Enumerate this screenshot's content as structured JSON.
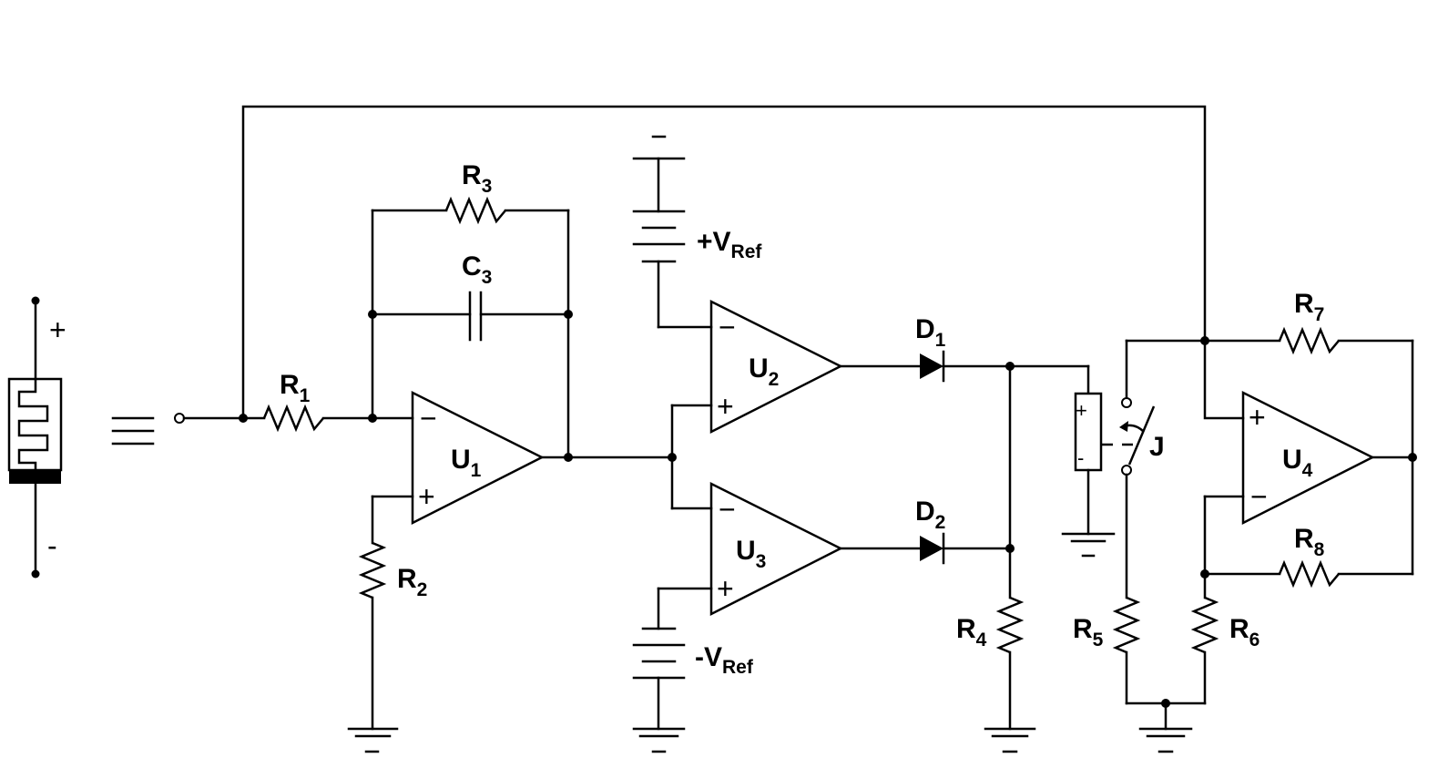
{
  "labels": {
    "r1": {
      "main": "R",
      "sub": "1"
    },
    "r2": {
      "main": "R",
      "sub": "2"
    },
    "r3": {
      "main": "R",
      "sub": "3"
    },
    "c3": {
      "main": "C",
      "sub": "3"
    },
    "u1": {
      "main": "U",
      "sub": "1"
    },
    "u2": {
      "main": "U",
      "sub": "2"
    },
    "u3": {
      "main": "U",
      "sub": "3"
    },
    "u4": {
      "main": "U",
      "sub": "4"
    },
    "d1": {
      "main": "D",
      "sub": "1"
    },
    "d2": {
      "main": "D",
      "sub": "2"
    },
    "r4": {
      "main": "R",
      "sub": "4"
    },
    "r5": {
      "main": "R",
      "sub": "5"
    },
    "r6": {
      "main": "R",
      "sub": "6"
    },
    "r7": {
      "main": "R",
      "sub": "7"
    },
    "r8": {
      "main": "R",
      "sub": "8"
    },
    "vref_pos": {
      "main": "+V",
      "sub": "Ref"
    },
    "vref_neg": {
      "main": "-V",
      "sub": "Ref"
    },
    "switch_j": "J"
  },
  "polarity": {
    "plus": "+",
    "minus": "-",
    "minus_long": "−"
  }
}
